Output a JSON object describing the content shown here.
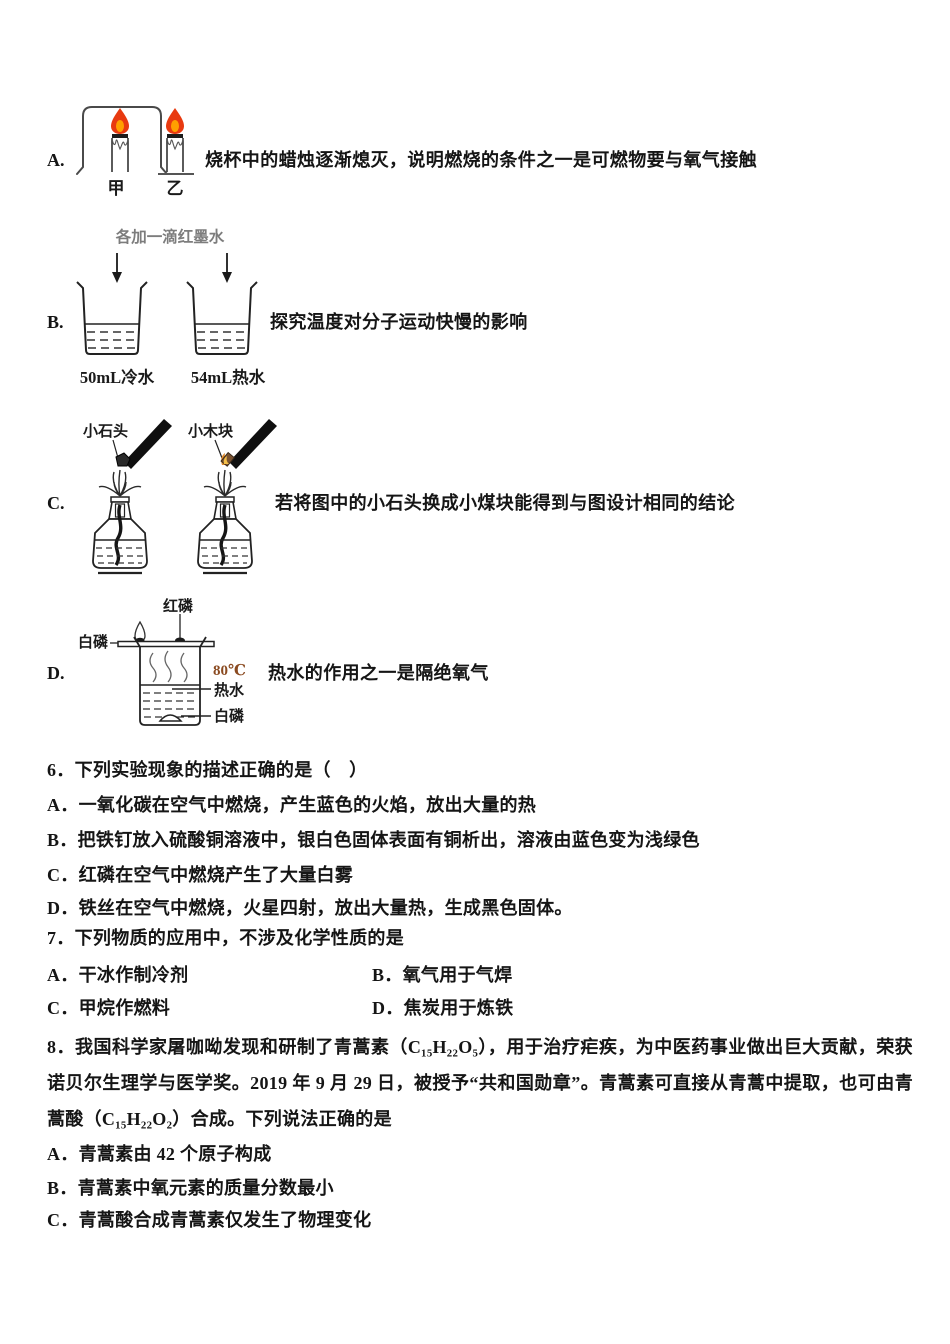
{
  "figure_options": {
    "A": {
      "label": "A.",
      "jia": "甲",
      "yi": "乙",
      "desc": "烧杯中的蜡烛逐渐熄灭，说明燃烧的条件之一是可燃物要与氧气接触"
    },
    "B": {
      "label": "B.",
      "note": "各加一滴红墨水",
      "cold_label": "50mL冷水",
      "hot_label": "54mL热水",
      "desc": "探究温度对分子运动快慢的影响"
    },
    "C": {
      "label": "C.",
      "stone_label": "小石头",
      "wood_label": "小木块",
      "desc": "若将图中的小石头换成小煤块能得到与图设计相同的结论"
    },
    "D": {
      "label": "D.",
      "red_p_label": "红磷",
      "white_p_top_label": "白磷",
      "temp_label": "80℃",
      "hot_water_label": "热水",
      "white_p_bottom_label": "白磷",
      "desc": "热水的作用之一是隔绝氧气"
    }
  },
  "q6": {
    "stem": "6．下列实验现象的描述正确的是（　）",
    "options": [
      "A．一氧化碳在空气中燃烧，产生蓝色的火焰，放出大量的热",
      "B．把铁钉放入硫酸铜溶液中，银白色固体表面有铜析出，溶液由蓝色变为浅绿色",
      "C．红磷在空气中燃烧产生了大量白雾",
      "D．铁丝在空气中燃烧，火星四射，放出大量热，生成黑色固体。"
    ]
  },
  "q7": {
    "stem": "7．下列物质的应用中，不涉及化学性质的是",
    "options": [
      "A．干冰作制冷剂",
      "B．氧气用于气焊",
      "C．甲烷作燃料",
      "D．焦炭用于炼铁"
    ]
  },
  "q8": {
    "stem": "8．我国科学家屠咖呦发现和研制了青蒿素（C₁₅H₂₂O₅），用于治疗疟疾，为中医药事业做出巨大贡献，荣获诺贝尔生理学与医学奖。2019 年 9 月 29 日，被授予“共和国勋章”。青蒿素可直接从青蒿中提取，也可由青蒿酸（C₁₅H₂₂O₂）合成。下列说法正确的是",
    "options": [
      "A．青蒿素由 42 个原子构成",
      "B．青蒿素中氧元素的质量分数最小",
      "C．青蒿酸合成青蒿素仅发生了物理变化"
    ]
  },
  "colors": {
    "flame_outer": "#e83a10",
    "flame_inner": "#ffa000",
    "note_gray": "#7d7d7d",
    "temp_brown": "#8a4a20",
    "ink": "#151515"
  }
}
